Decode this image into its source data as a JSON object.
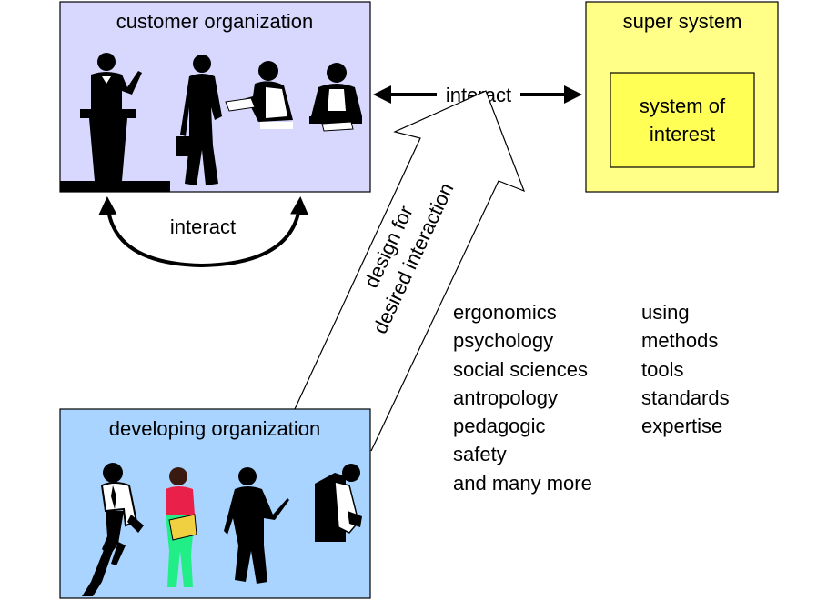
{
  "customer": {
    "title": "customer organization",
    "interact_label": "interact"
  },
  "super_system": {
    "title": "super system",
    "inner_line1": "system of",
    "inner_line2": "interest"
  },
  "top_arrow": {
    "label": "interact"
  },
  "big_arrow": {
    "line1": "design for",
    "line2": "desired interaction"
  },
  "developing": {
    "title": "developing organization"
  },
  "disciplines": [
    "ergonomics",
    "psychology",
    "social sciences",
    "antropology",
    "pedagogic",
    "safety",
    "and many more"
  ],
  "means": [
    "using",
    "methods",
    "tools",
    "standards",
    "expertise"
  ],
  "colors": {
    "customer_fill": "#d8d8ff",
    "developing_fill": "#a8d4ff",
    "super_outer": "#ffff88",
    "super_inner": "#ffff55",
    "shirt_red": "#e8204a",
    "pants_green": "#22ee88",
    "folder_yellow": "#f0d040"
  },
  "icons": [
    "speaker-silhouette",
    "businessman-briefcase-silhouette",
    "seated-man-silhouette",
    "woman-desk-silhouette",
    "phone-man-silhouette",
    "casual-man-silhouette",
    "pointer-man-silhouette",
    "bent-man-silhouette"
  ]
}
